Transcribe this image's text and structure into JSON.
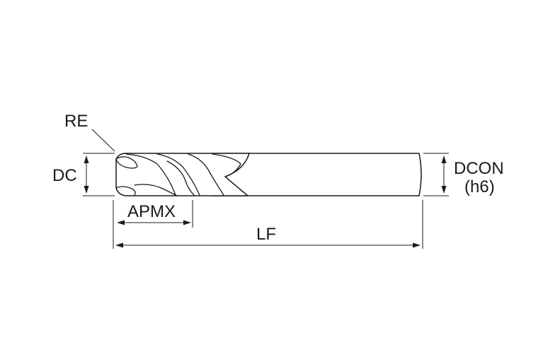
{
  "labels": {
    "re": "RE",
    "dc": "DC",
    "apmx": "APMX",
    "lf": "LF",
    "dcon": "DCON",
    "dcon_tolerance": "(h6)"
  },
  "colors": {
    "ink": "#1a1a1a",
    "background": "#ffffff"
  }
}
